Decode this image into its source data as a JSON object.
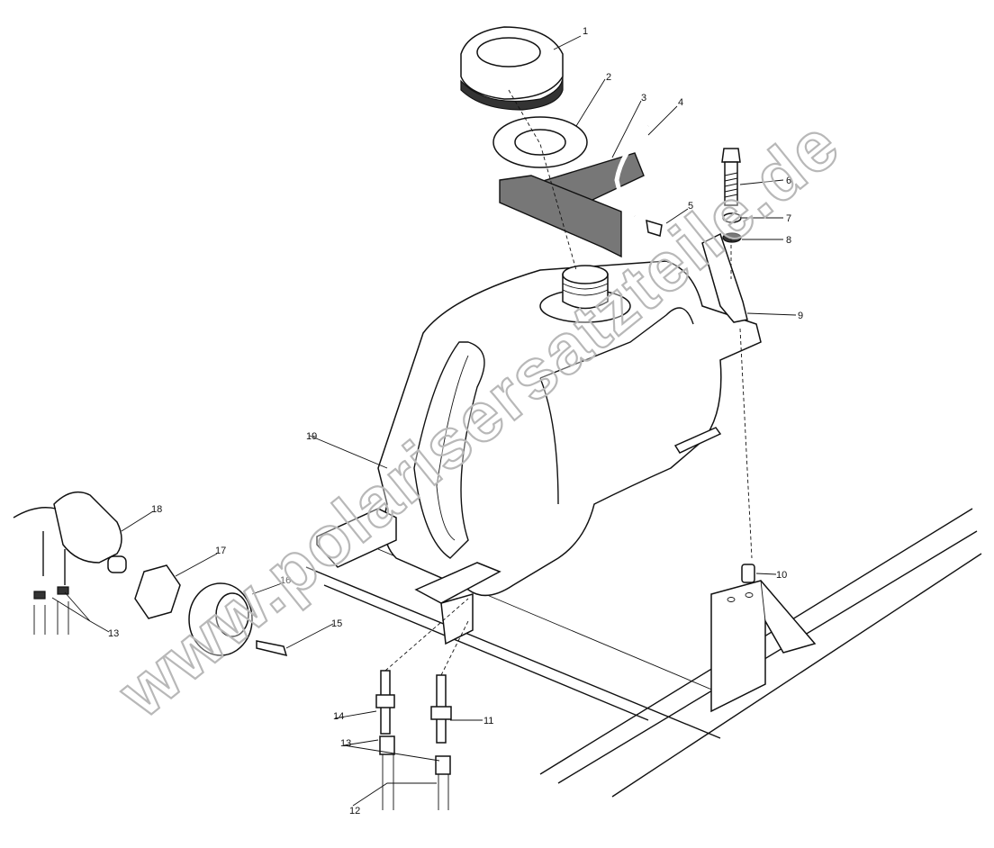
{
  "diagram": {
    "callouts": [
      {
        "id": "callout-1",
        "text": "1"
      },
      {
        "id": "callout-2",
        "text": "2"
      },
      {
        "id": "callout-3",
        "text": "3"
      },
      {
        "id": "callout-4",
        "text": "4"
      },
      {
        "id": "callout-5",
        "text": "5"
      },
      {
        "id": "callout-6",
        "text": "6"
      },
      {
        "id": "callout-7",
        "text": "7"
      },
      {
        "id": "callout-8",
        "text": "8"
      },
      {
        "id": "callout-9",
        "text": "9"
      },
      {
        "id": "callout-10",
        "text": "10"
      },
      {
        "id": "callout-11",
        "text": "11"
      },
      {
        "id": "callout-12",
        "text": "12"
      },
      {
        "id": "callout-13a",
        "text": "13"
      },
      {
        "id": "callout-13b",
        "text": "13"
      },
      {
        "id": "callout-14",
        "text": "14"
      },
      {
        "id": "callout-15",
        "text": "15"
      },
      {
        "id": "callout-16",
        "text": "16"
      },
      {
        "id": "callout-17",
        "text": "17"
      },
      {
        "id": "callout-18",
        "text": "18"
      },
      {
        "id": "callout-19",
        "text": "19"
      }
    ],
    "watermark": "www.polarisersatzteile.de"
  }
}
